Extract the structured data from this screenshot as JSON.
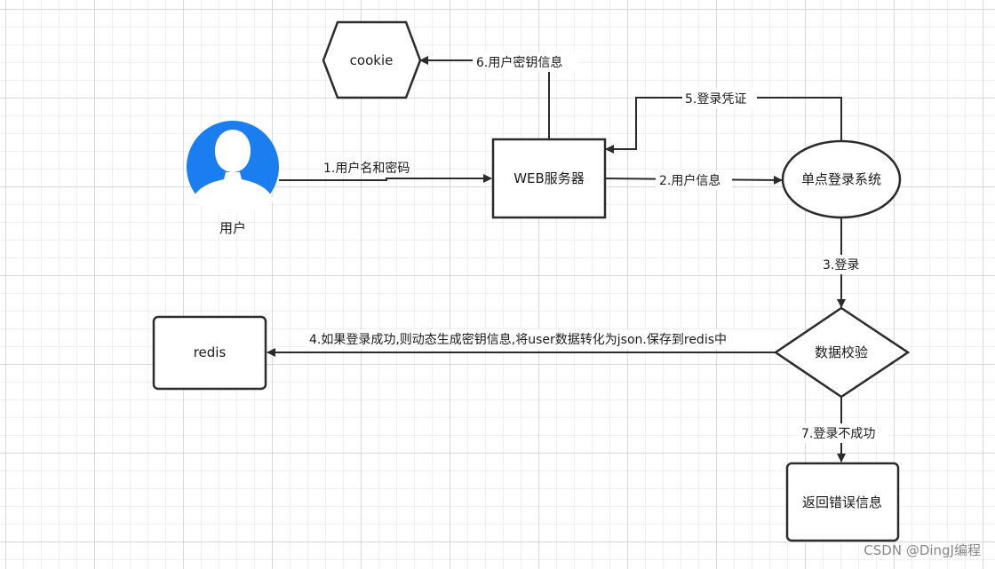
{
  "nodes": {
    "cookie": "cookie",
    "user": "用户",
    "web_server": "WEB服务器",
    "sso": "单点登录系统",
    "validate": "数据校验",
    "redis": "redis",
    "error": "返回错误信息"
  },
  "edges": {
    "e1": "1.用户名和密码",
    "e2": "2.用户信息",
    "e3": "3.登录",
    "e4": "4.如果登录成功,则动态生成密钥信息,将user数据转化为json.保存到redis中",
    "e5": "5.登录凭证",
    "e6": "6.用户密钥信息",
    "e7": "7.登录不成功"
  },
  "colors": {
    "user_icon": "#1a7df0",
    "stroke": "#2b2b2b"
  },
  "icons": {
    "user": "user-avatar-icon"
  },
  "watermark": "CSDN @DingJ编程"
}
